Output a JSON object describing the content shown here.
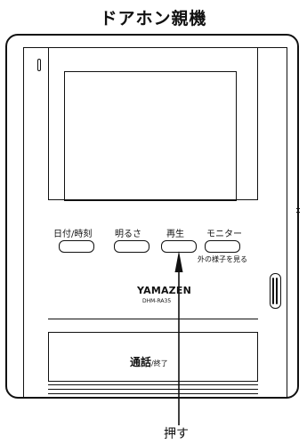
{
  "title": "ドアホン親機",
  "buttons": [
    {
      "label": "日付/時刻"
    },
    {
      "label": "明るさ"
    },
    {
      "label": "再生"
    },
    {
      "label": "モニター"
    }
  ],
  "monitor_sublabel": "外の様子を見る",
  "brand": "YAMAZEN",
  "model": "DHM-RA35",
  "call_button": {
    "main": "通話",
    "sub": "/終了"
  },
  "push_label": "押す"
}
